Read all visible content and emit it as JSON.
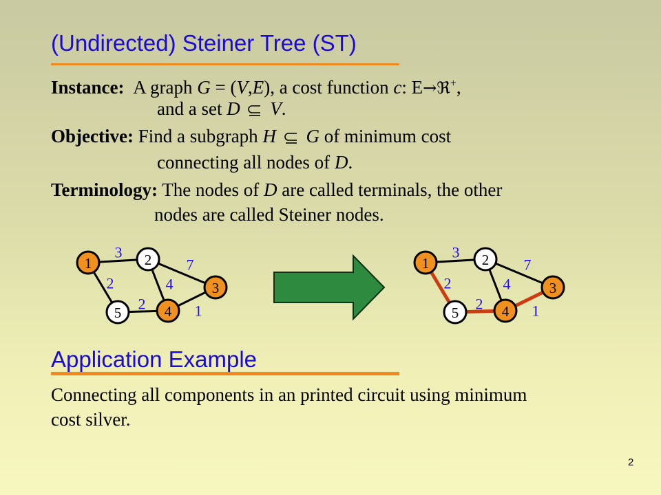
{
  "title": "(Undirected) Steiner Tree (ST)",
  "definition": {
    "instance_label": "Instance:",
    "instance_line1_a": "A graph ",
    "instance_G": "G",
    "instance_eq": " = (",
    "instance_V": "V",
    "instance_comma": ",",
    "instance_E": "E",
    "instance_close": "), a cost function ",
    "instance_c": "c",
    "instance_colon_E": ": E",
    "instance_arrow": "→",
    "instance_R": "ℜ",
    "instance_plus": "+",
    "instance_end": ",",
    "instance_line2_a": "and a set ",
    "instance_D": "D",
    "instance_V2": "V",
    "instance_dot": ".",
    "objective_label": "Objective:",
    "objective_line1_a": "Find a subgraph ",
    "objective_H": "H",
    "objective_G": "G",
    "objective_line1_b": " of minimum cost",
    "objective_line2_a": "connecting all nodes of ",
    "objective_D": "D",
    "objective_dot": ".",
    "terminology_label": "Terminology:",
    "terminology_line1_a": "The nodes of ",
    "terminology_D": "D",
    "terminology_line1_b": " are called terminals, the other",
    "terminology_line2": "nodes are called Steiner nodes."
  },
  "graph": {
    "nodes": [
      {
        "id": "1",
        "terminal": true
      },
      {
        "id": "2",
        "terminal": false
      },
      {
        "id": "3",
        "terminal": true
      },
      {
        "id": "4",
        "terminal": true
      },
      {
        "id": "5",
        "terminal": false
      }
    ],
    "edges": [
      {
        "from": "1",
        "to": "2",
        "cost": "3",
        "in_tree": false
      },
      {
        "from": "2",
        "to": "3",
        "cost": "7",
        "in_tree": false
      },
      {
        "from": "1",
        "to": "5",
        "cost": "2",
        "in_tree": true
      },
      {
        "from": "2",
        "to": "4",
        "cost": "4",
        "in_tree": false
      },
      {
        "from": "5",
        "to": "4",
        "cost": "2",
        "in_tree": true
      },
      {
        "from": "4",
        "to": "3",
        "cost": "1",
        "in_tree": true
      }
    ]
  },
  "colors": {
    "title": "#1a0ad8",
    "underline": "#f08a1e",
    "terminal_fill": "#f0901e",
    "steiner_fill": "#ffffff",
    "edge": "#000000",
    "tree_edge": "#cc3c12",
    "cost_label": "#1f10e0",
    "arrow_fill": "#2e8a3e",
    "arrow_stroke": "#0f3014"
  },
  "application": {
    "heading": "Application Example",
    "text_line1": "Connecting all components in an printed circuit using minimum",
    "text_line2": "cost silver."
  },
  "page_number": "2"
}
